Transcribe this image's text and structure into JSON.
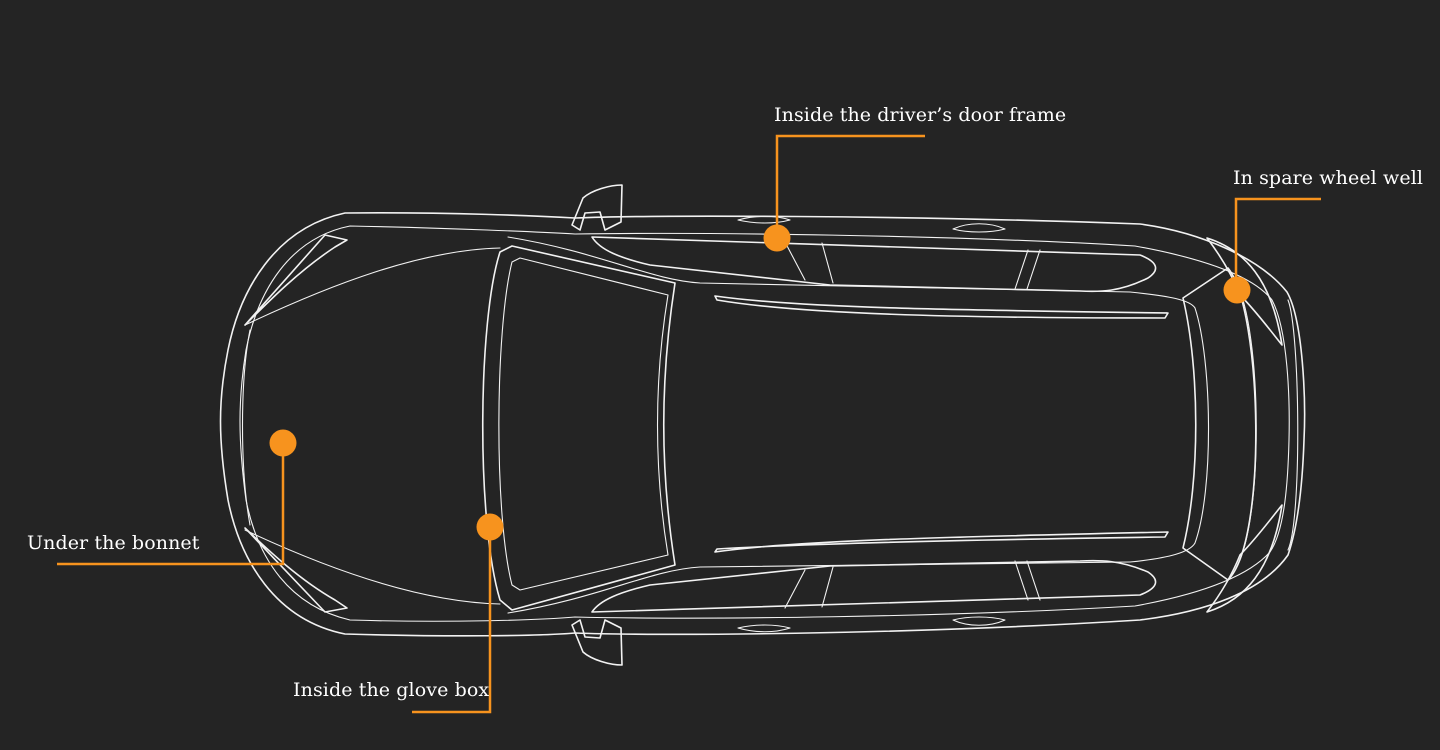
{
  "accent_color": "#F7931E",
  "locations": [
    {
      "id": "under-bonnet",
      "label": "Under the bonnet"
    },
    {
      "id": "glove-box",
      "label": "Inside the glove box"
    },
    {
      "id": "door-frame",
      "label": "Inside the driver’s door frame"
    },
    {
      "id": "spare-wheel",
      "label": "In spare wheel well"
    }
  ],
  "icons": {
    "marker": "orange-dot-icon",
    "car": "car-top-view-outline"
  }
}
